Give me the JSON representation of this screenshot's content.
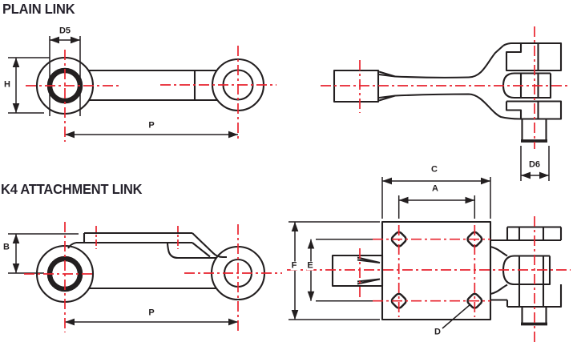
{
  "colors": {
    "ink": "#231f20",
    "accent_red": "#e8232e",
    "background": "#ffffff",
    "title": "#26232d"
  },
  "plain_link": {
    "title": "PLAIN LINK",
    "dims": {
      "d5": "D5",
      "h": "H",
      "p": "P",
      "d6": "D6"
    }
  },
  "k4_link": {
    "title": "K4 ATTACHMENT LINK",
    "dims": {
      "b": "B",
      "p": "P",
      "c": "C",
      "a": "A",
      "e": "E",
      "f": "F",
      "d": "D"
    }
  }
}
